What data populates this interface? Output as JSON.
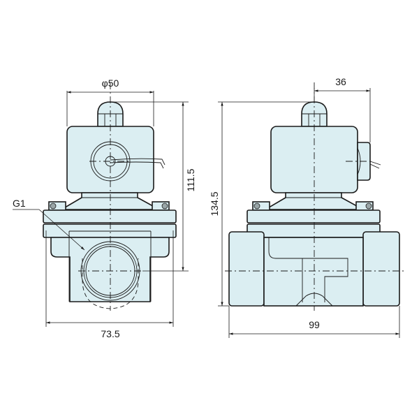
{
  "drawing": {
    "title": "Solenoid valve dimensional drawing",
    "fill_color": "#dbeef2",
    "line_color": "#1a1a1a",
    "front_view": {
      "dimensions": {
        "diameter": "φ50",
        "height": "111.5",
        "width": "73.5",
        "port_thread": "G1"
      }
    },
    "side_view": {
      "dimensions": {
        "coil_offset": "36",
        "height": "134.5",
        "length": "99"
      }
    }
  }
}
